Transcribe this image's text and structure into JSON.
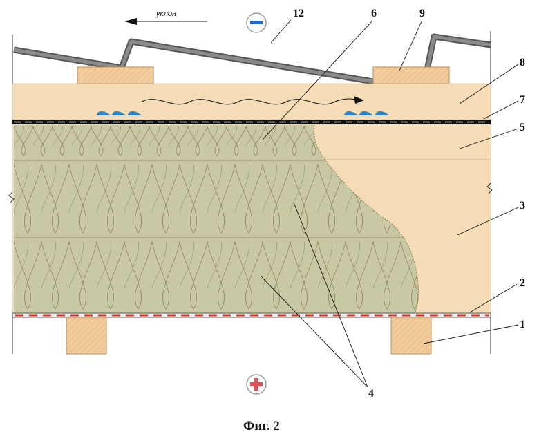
{
  "figure": {
    "slope_label": "уклон",
    "minus_sign": "−",
    "plus_sign": "+",
    "caption": "Фиг. 2"
  },
  "callouts": [
    "12",
    "6",
    "9",
    "8",
    "7",
    "5",
    "3",
    "2",
    "1",
    "4"
  ],
  "colors": {
    "insulation": "#c9c8a4",
    "insulation_stroke": "#8a7a57",
    "panel": "#f3dcb6",
    "wood": "#f2cc9c",
    "roof_metal": "#6b6b6b",
    "membrane": "#111111",
    "vapor_barrier_red": "#c0392b",
    "minus_blue": "#1b6fc4",
    "plus_red": "#e0525a",
    "airflow_blue": "#2d83c5"
  },
  "icons": [
    "arrow-left-icon",
    "minus-circle-icon",
    "plus-circle-icon",
    "airflow-wave-arrow-icon",
    "air-drop-icon"
  ]
}
